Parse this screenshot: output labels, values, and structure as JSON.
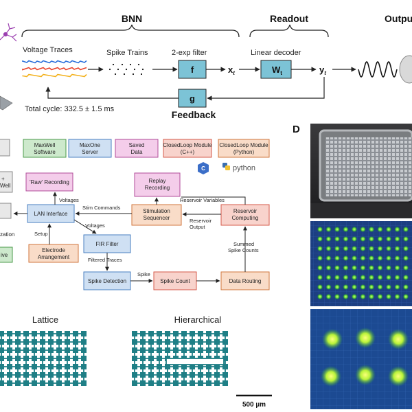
{
  "top_panel": {
    "section_bnn": "BNN",
    "section_readout": "Readout",
    "section_output": "Output",
    "voltage_traces": "Voltage Traces",
    "spike_trains": "Spike Trains",
    "filter_label": "2-exp filter",
    "linear_decoder": "Linear decoder",
    "box_f": "f",
    "box_g": "g",
    "x_main": "x",
    "x_sub": "t",
    "y_main": "y",
    "y_sub": "t",
    "w_main": "W",
    "w_sub": "t",
    "feedback": "Feedback",
    "total_cycle": "Total cycle: 332.5 ± 1.5 ms",
    "trace_colors": [
      "#2a6fdb",
      "#e9412b",
      "#f3b21e"
    ]
  },
  "flow_panel": {
    "top_boxes": [
      {
        "label": "MaxWell Software",
        "fill": "#cde9cc",
        "stroke": "#4a9a4a"
      },
      {
        "label": "MaxOne Server",
        "fill": "#cfe0f3",
        "stroke": "#4a7fc0"
      },
      {
        "label": "Saved Data",
        "fill": "#f4cdea",
        "stroke": "#b04a98"
      },
      {
        "label": "ClosedLoop Module (C++)",
        "fill": "#f8d3cc",
        "stroke": "#d45a4a"
      },
      {
        "label": "ClosedLoop Module (Python)",
        "fill": "#f9dcc8",
        "stroke": "#d0763c"
      }
    ],
    "partial_left": [
      "+",
      "Well",
      "zation",
      "ive"
    ],
    "python_text": "python",
    "boxes": {
      "raw_recording": "'Raw' Recording",
      "replay_recording": "Replay Recording",
      "lan_interface": "LAN Interface",
      "stimulation_sequencer": "Stimulation Sequencer",
      "reservoir_computing": "Reservoir Computing",
      "electrode_arrangement": "Electrode Arrangement",
      "fir_filter": "FIR Filter",
      "spike_detection": "Spike Detection",
      "spike_count": "Spike Count",
      "data_routing": "Data Routing"
    },
    "edge_labels": {
      "voltages_1": "Voltages",
      "stim_commands": "Stim Commands",
      "reservoir_variables": "Reservoir Variables",
      "voltages_2": "Voltages",
      "setup": "Setup",
      "reservoir_output": "Reservoir Output",
      "summed_spike_counts": "Summed Spike Counts",
      "filtered_traces": "Filtered Traces",
      "spike": "Spike"
    }
  },
  "pattern_panel": {
    "lattice": "Lattice",
    "hierarchical": "Hierarchical",
    "scale_bar": "500 µm",
    "pattern_color": "#1f7f86"
  },
  "photo_panel": {
    "label": "D"
  }
}
